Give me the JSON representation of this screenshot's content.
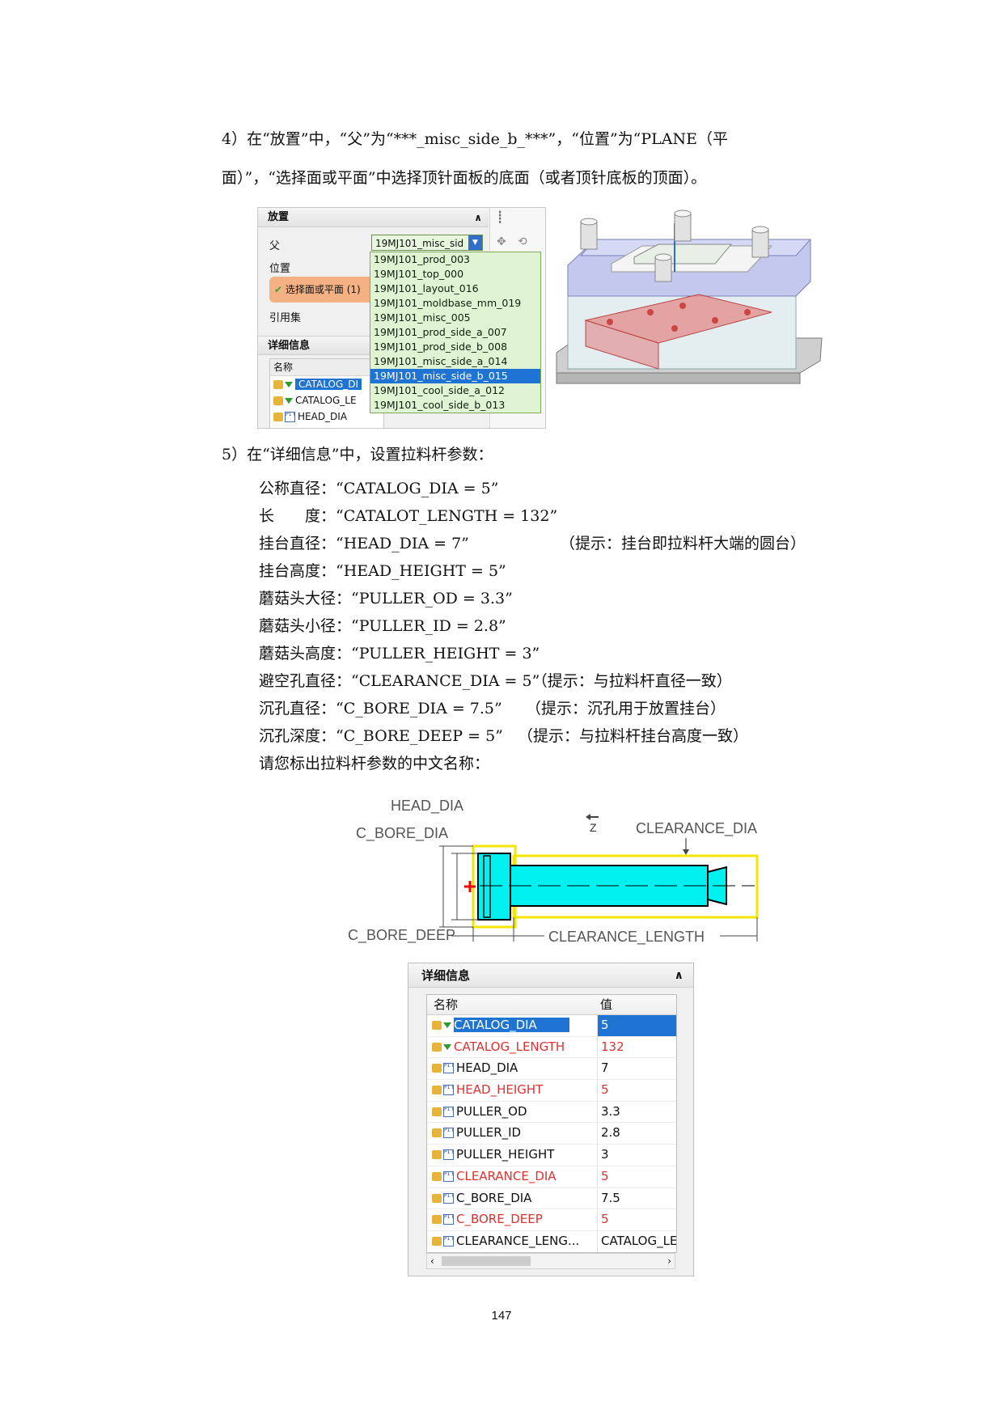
{
  "step4": {
    "line1": "4）在“放置”中，“父”为“***_misc_side_b_***”，“位置”为“PLANE（平",
    "line2": "面）”，“选择面或平面”中选择顶针面板的底面（或者顶针底板的顶面）。"
  },
  "placement_panel": {
    "header": "放置",
    "parent_label": "父",
    "parent_value": "19MJ101_misc_sid",
    "position_label": "位置",
    "select_face_label": "选择面或平面 (1)",
    "ref_set_label": "引用集",
    "details_header": "详细信息",
    "name_col": "名称",
    "dropdown_items": [
      "19MJ101_prod_003",
      "19MJ101_top_000",
      "19MJ101_layout_016",
      "19MJ101_moldbase_mm_019",
      "19MJ101_misc_005",
      "19MJ101_prod_side_a_007",
      "19MJ101_prod_side_b_008",
      "19MJ101_misc_side_a_014",
      "19MJ101_misc_side_b_015",
      "19MJ101_cool_side_a_012",
      "19MJ101_cool_side_b_013"
    ],
    "selected_index": 8,
    "mini_rows": [
      "CATALOG_DI",
      "CATALOG_LE",
      "HEAD_DIA"
    ]
  },
  "step5": {
    "heading": "5）在“详细信息”中，设置拉料杆参数：",
    "params": [
      {
        "label": "公称直径：“CATALOG_DIA = 5”",
        "hint": ""
      },
      {
        "label": "长　　度：“CATALOT_LENGTH = 132”",
        "hint": ""
      },
      {
        "label": "挂台直径：“HEAD_DIA = 7”",
        "hint": "（提示：挂台即拉料杆大端的圆台）"
      },
      {
        "label": "挂台高度：“HEAD_HEIGHT = 5”",
        "hint": ""
      },
      {
        "label": "蘑菇头大径：“PULLER_OD = 3.3”",
        "hint": ""
      },
      {
        "label": "蘑菇头小径：“PULLER_ID = 2.8”",
        "hint": ""
      },
      {
        "label": "蘑菇头高度：“PULLER_HEIGHT = 3”",
        "hint": ""
      },
      {
        "label": "避空孔直径：“CLEARANCE_DIA = 5”（提示：与拉料杆直径一致）",
        "hint": ""
      },
      {
        "label": "沉孔直径：“C_BORE_DIA = 7.5”",
        "hint": "（提示：沉孔用于放置挂台）"
      },
      {
        "label": "沉孔深度：“C_BORE_DEEP = 5”",
        "hint": "（提示：与拉料杆挂台高度一致）"
      },
      {
        "label": "请您标出拉料杆参数的中文名称：",
        "hint": ""
      }
    ]
  },
  "diagram": {
    "head_dia": "HEAD_DIA",
    "c_bore_dia": "C_BORE_DIA",
    "clearance_dia": "CLEARANCE_DIA",
    "c_bore_deep": "C_BORE_DEEP",
    "clearance_length": "CLEARANCE_LENGTH",
    "axis": "Z"
  },
  "details": {
    "header": "详细信息",
    "col_name": "名称",
    "col_value": "值",
    "rows": [
      {
        "name": "CATALOG_DIA",
        "value": "5",
        "red": false,
        "icon": "triangle",
        "highlight": true
      },
      {
        "name": "CATALOG_LENGTH",
        "value": "132",
        "red": true,
        "icon": "triangle",
        "highlight": false
      },
      {
        "name": "HEAD_DIA",
        "value": "7",
        "red": false,
        "icon": "param",
        "highlight": false
      },
      {
        "name": "HEAD_HEIGHT",
        "value": "5",
        "red": true,
        "icon": "param",
        "highlight": false
      },
      {
        "name": "PULLER_OD",
        "value": "3.3",
        "red": false,
        "icon": "param",
        "highlight": false
      },
      {
        "name": "PULLER_ID",
        "value": "2.8",
        "red": false,
        "icon": "param",
        "highlight": false
      },
      {
        "name": "PULLER_HEIGHT",
        "value": "3",
        "red": false,
        "icon": "param",
        "highlight": false
      },
      {
        "name": "CLEARANCE_DIA",
        "value": "5",
        "red": true,
        "icon": "param",
        "highlight": false
      },
      {
        "name": "C_BORE_DIA",
        "value": "7.5",
        "red": false,
        "icon": "param",
        "highlight": false
      },
      {
        "name": "C_BORE_DEEP",
        "value": "5",
        "red": true,
        "icon": "param",
        "highlight": false
      },
      {
        "name": "CLEARANCE_LENG...",
        "value": "CATALOG_LEN",
        "red": false,
        "icon": "param",
        "highlight": false
      }
    ]
  },
  "page_number": "147",
  "colors": {
    "highlight": "#1f73d2",
    "red_text": "#e03131",
    "dropdown_bg": "#dff4d3",
    "pin_fill": "#00f0f0"
  }
}
